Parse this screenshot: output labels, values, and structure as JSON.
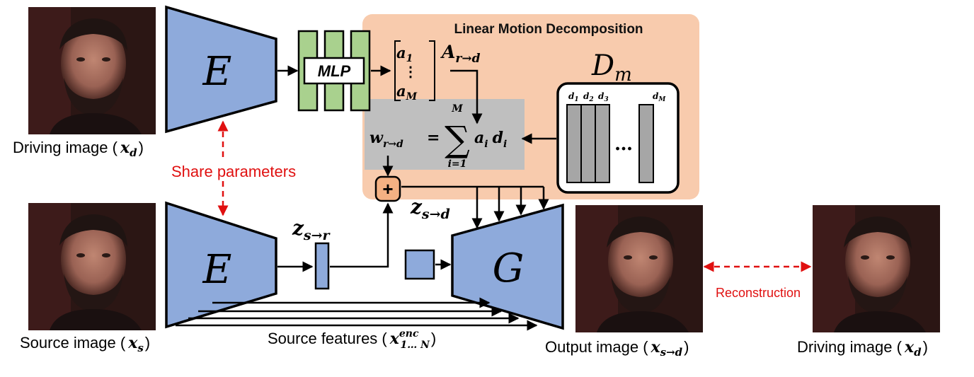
{
  "decomposition_title": "Linear Motion Decomposition",
  "encoder_label": "E",
  "generator_label": "G",
  "mlp_label": "MLP",
  "dictionary_label": {
    "main": "D",
    "sub": "m"
  },
  "vector": {
    "top": "a",
    "top_sub": "1",
    "dots": "⋮",
    "bottom": "a",
    "bottom_sub": "M"
  },
  "A_label": {
    "main": "A",
    "sub": "r→d"
  },
  "sum_equation": {
    "lhs": "w",
    "lhs_sub": "r→d",
    "equals": "=",
    "sigma": "∑",
    "upper": "M",
    "lower": "i=1",
    "term_a": "a",
    "term_a_sub": "i",
    "term_d": "d",
    "term_d_sub": "i"
  },
  "dict_columns": {
    "d1": "d",
    "d1_sub": "1",
    "d2": "d",
    "d2_sub": "2",
    "d3": "d",
    "d3_sub": "3",
    "dM": "d",
    "dM_sub": "M",
    "ellipsis": "…"
  },
  "plus_symbol": "+",
  "z_sr": {
    "main": "z",
    "sub": "s→r"
  },
  "z_sd": {
    "main": "z",
    "sub": "s→d"
  },
  "share_parameters": "Share parameters",
  "reconstruction": "Reconstruction",
  "captions": {
    "driving_left_text": "Driving image (",
    "driving_left_var": "x",
    "driving_left_sub": "d",
    "driving_left_close": ")",
    "source_text": "Source image (",
    "source_var": "x",
    "source_sub": "s",
    "source_close": ")",
    "features_text": "Source features (",
    "features_var": "x",
    "features_sup": "enc",
    "features_sub": "1… N",
    "features_close": ")",
    "output_text": "Output image (",
    "output_var": "x",
    "output_sub": "s→d",
    "output_close": ")",
    "driving_right_text": "Driving image (",
    "driving_right_var": "x",
    "driving_right_sub": "d",
    "driving_right_close": ")"
  },
  "colors": {
    "encoder_fill": "#8eaadb",
    "mlp_fill": "#a9d18e",
    "decomp_bg": "#f8cbad",
    "sum_bg": "#bfbfbf",
    "dict_column_fill": "#a6a6a6",
    "plus_fill": "#f4b183",
    "accent_red": "#e01010",
    "face_dark": "#3a1c18",
    "skin": "#b07868",
    "hair": "#1f1412"
  }
}
